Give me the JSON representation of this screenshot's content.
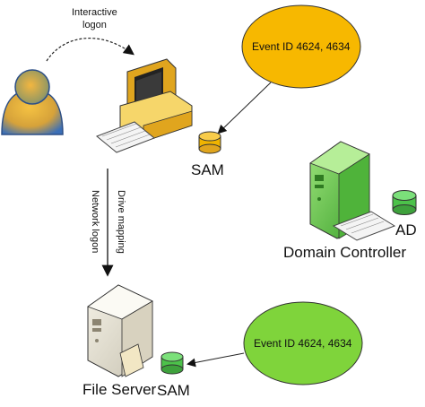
{
  "labels": {
    "interactive_logon_line1": "Interactive",
    "interactive_logon_line2": "logon",
    "event_top": "Event ID 4624, 4634",
    "event_bottom": "Event ID 4624, 4634",
    "sam_workstation": "SAM",
    "sam_fileserver": "SAM",
    "ad": "AD",
    "domain_controller": "Domain Controller",
    "file_server": "File Server",
    "network_logon": "Network logon",
    "drive_mapping": "Drive mapping"
  },
  "colors": {
    "event_top_fill": "#f7b800",
    "event_bottom_fill": "#7fd43b",
    "sam_workstation_fill": "#f0b400",
    "sam_fileserver_fill": "#4cc24a",
    "ad_fill": "#4cc24a",
    "user_body": "#3b6fb7",
    "user_face": "#e8a22a"
  },
  "icons": {
    "user": "user-icon",
    "workstation": "workstation-icon",
    "domain_controller": "server-tower-icon",
    "file_server": "server-tower-icon",
    "database": "database-icon"
  }
}
